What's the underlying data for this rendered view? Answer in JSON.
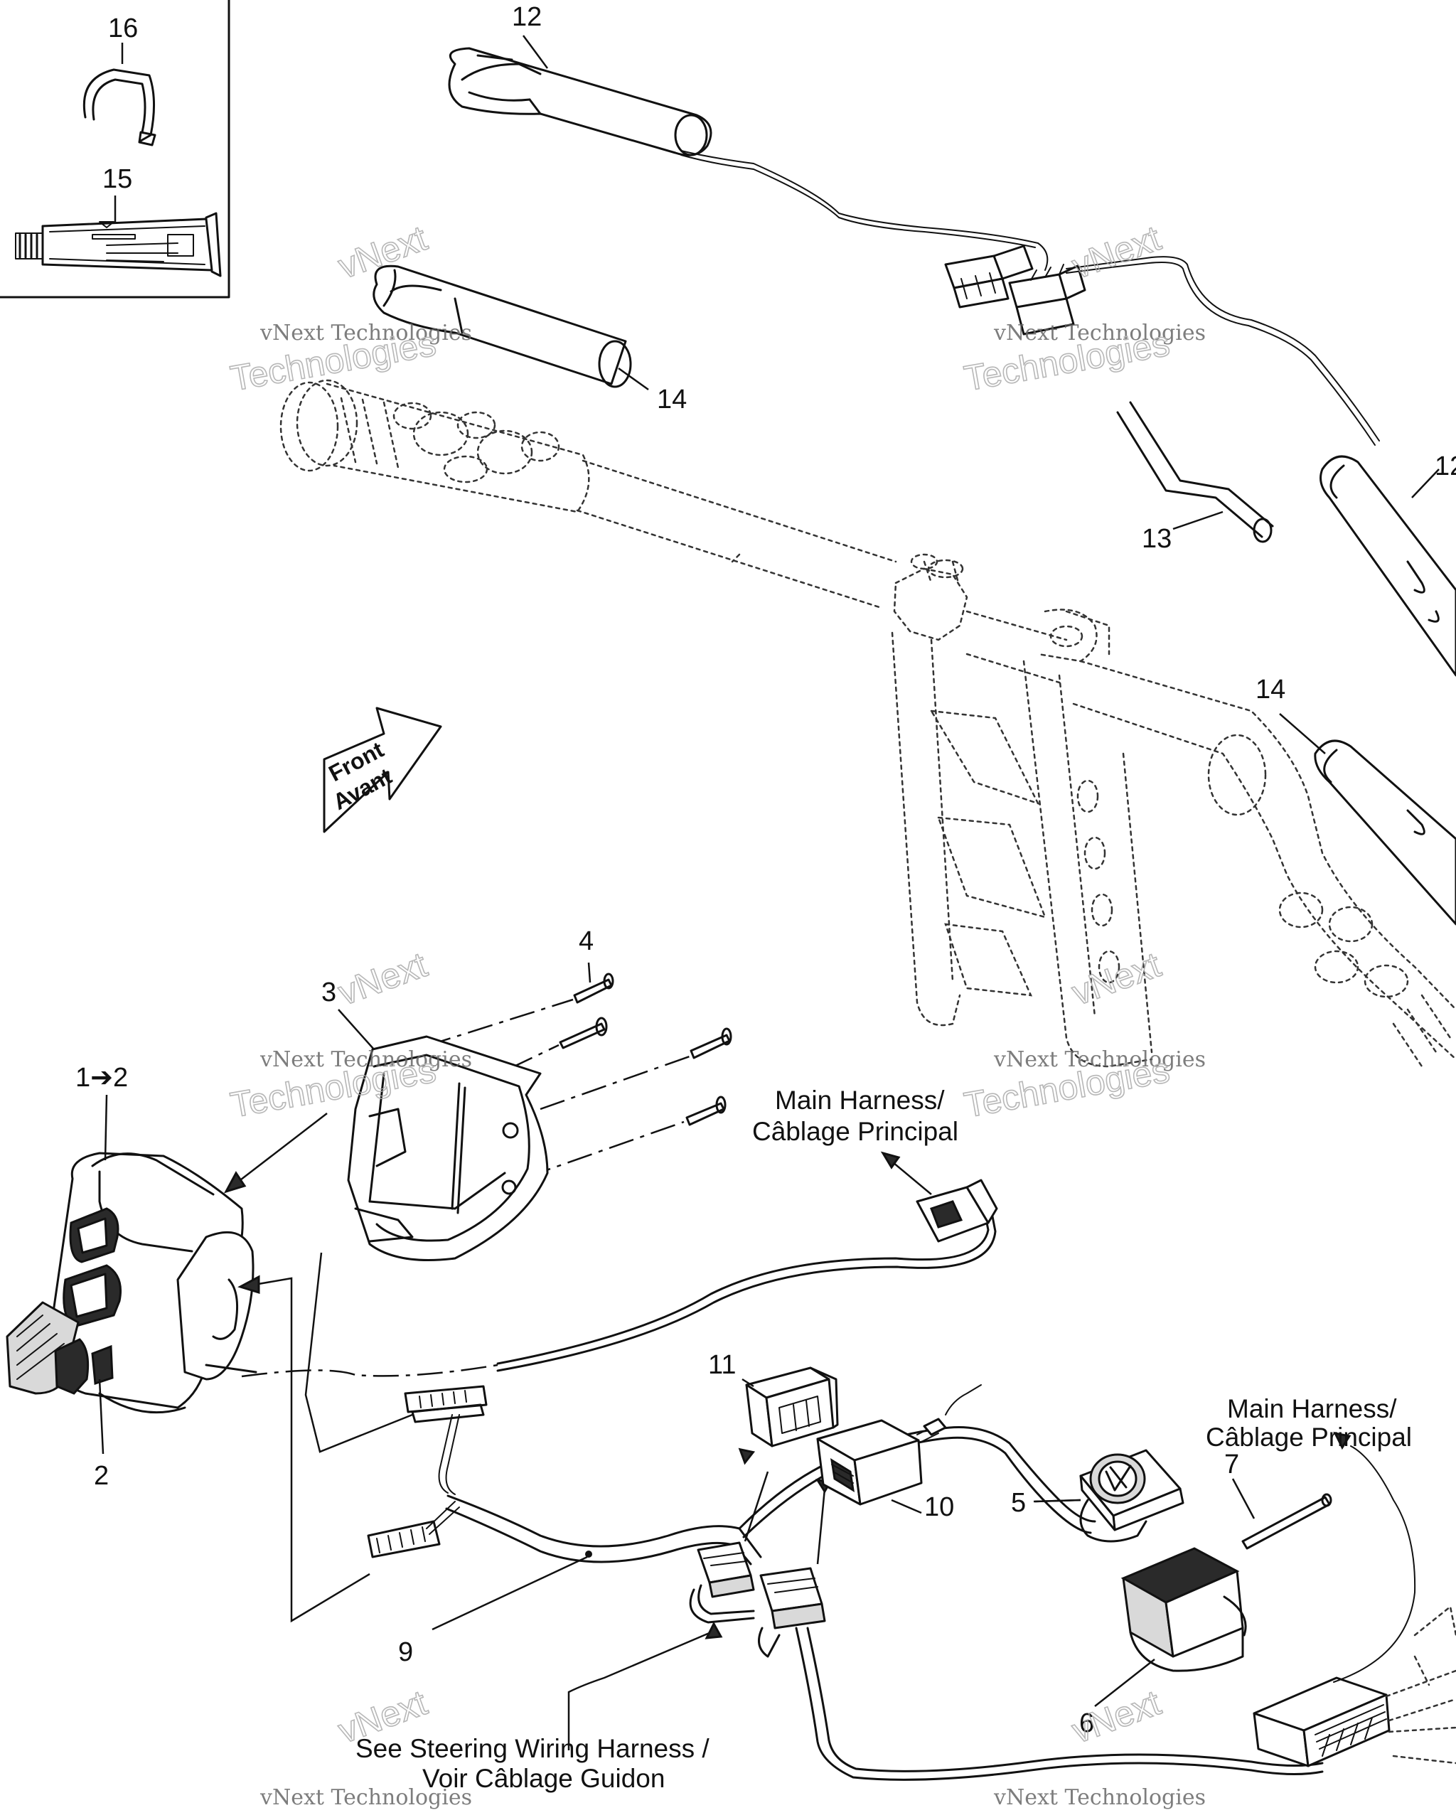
{
  "callouts": [
    {
      "id": "c16",
      "text": "16"
    },
    {
      "id": "c15",
      "text": "15"
    },
    {
      "id": "c12a",
      "text": "12"
    },
    {
      "id": "c12b",
      "text": "12"
    },
    {
      "id": "c14a",
      "text": "14"
    },
    {
      "id": "c14b",
      "text": "14"
    },
    {
      "id": "c13",
      "text": "13"
    },
    {
      "id": "c4",
      "text": "4"
    },
    {
      "id": "c3",
      "text": "3"
    },
    {
      "id": "c1",
      "text": "1➔2"
    },
    {
      "id": "c2",
      "text": "2"
    },
    {
      "id": "c11",
      "text": "11"
    },
    {
      "id": "c10",
      "text": "10"
    },
    {
      "id": "c5",
      "text": "5"
    },
    {
      "id": "c7",
      "text": "7"
    },
    {
      "id": "c9",
      "text": "9"
    },
    {
      "id": "c6",
      "text": "6"
    }
  ],
  "notes": {
    "main_harness_1_line1": "Main Harness/",
    "main_harness_1_line2": "Câblage Principal",
    "main_harness_2_line1": "Main Harness/",
    "main_harness_2_line2": "Câblage Principal",
    "steering_line1": "See Steering Wiring Harness /",
    "steering_line2": "Voir Câblage Guidon"
  },
  "direction_arrow": {
    "line1": "Front",
    "line2": "Avant"
  },
  "watermark": {
    "line1": "vNext Technologies",
    "line2": "Technologies",
    "overlay": "vNext"
  },
  "colors": {
    "ink": "#111111",
    "watermark": "#888888",
    "background": "#ffffff"
  }
}
